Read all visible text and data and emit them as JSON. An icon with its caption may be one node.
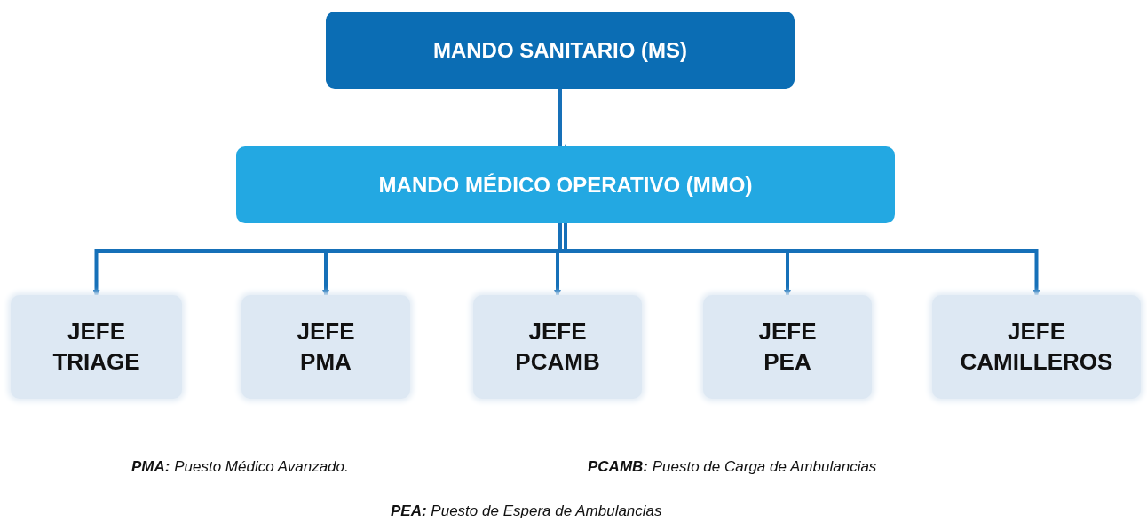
{
  "diagram": {
    "nodes": [
      {
        "text": [
          "MANDO SANITARIO (MS)"
        ]
      },
      {
        "text": [
          "MANDO MÉDICO OPERATIVO (MMO)"
        ]
      },
      {
        "text": [
          "JEFE TRIAGE"
        ]
      },
      {
        "text": [
          "JEFE PMA"
        ]
      },
      {
        "text": [
          "JEFE PCAMB"
        ]
      },
      {
        "text": [
          "JEFE PEA"
        ]
      },
      {
        "text": [
          "JEFE CAMILLEROS"
        ]
      }
    ],
    "edges": [
      {
        "from": 0,
        "to": 1,
        "arrow": "to"
      },
      {
        "from": 1,
        "to": 2,
        "arrow": "to"
      },
      {
        "from": 1,
        "to": 3,
        "arrow": "to"
      },
      {
        "from": 1,
        "to": 4,
        "arrow": "to"
      },
      {
        "from": 1,
        "to": 5,
        "arrow": "to"
      },
      {
        "from": 1,
        "to": 6,
        "arrow": "to"
      }
    ],
    "labels": [
      "**PMA:** Puesto Médico Avanzado.",
      "**PCAMB:** Puesto de Carga de Ambulancias",
      "**PEA:** Puesto de Espera de Ambulancias"
    ]
  }
}
